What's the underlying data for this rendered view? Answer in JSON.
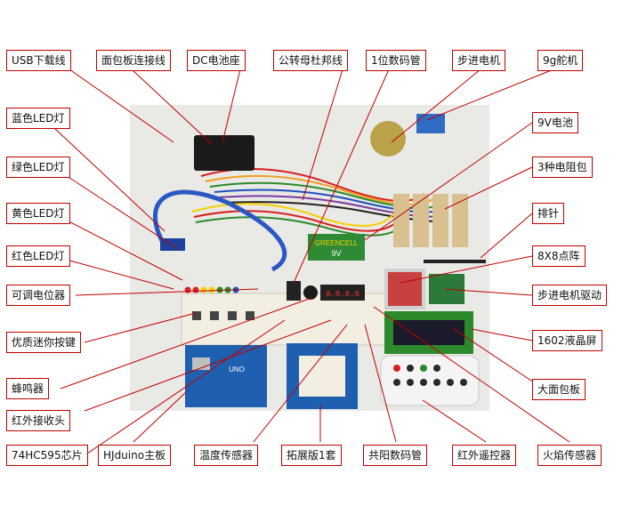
{
  "labels": {
    "usb": "USB下载线",
    "breadboard_wire": "面包板连接线",
    "dc_battery": "DC电池座",
    "dupont": "公转母杜邦线",
    "seg1": "1位数码管",
    "stepper": "步进电机",
    "servo": "9g舵机",
    "blue_led": "蓝色LED灯",
    "battery_9v": "9V电池",
    "green_led": "绿色LED灯",
    "resistor_pack": "3种电阻包",
    "yellow_led": "黄色LED灯",
    "header_pins": "排针",
    "red_led": "红色LED灯",
    "matrix_8x8": "8X8点阵",
    "potentiometer": "可调电位器",
    "stepper_driver": "步进电机驱动",
    "mini_button": "优质迷你按键",
    "lcd1602": "1602液晶屏",
    "buzzer": "蜂鸣器",
    "big_breadboard": "大面包板",
    "ir_receiver": "红外接收头",
    "chip_74hc595": "74HC595芯片",
    "hjduino": "HJduino主板",
    "temp_sensor": "温度传感器",
    "shield": "拓展版1套",
    "common_anode": "共阳数码管",
    "ir_remote": "红外遥控器",
    "flame_sensor": "火焰传感器"
  },
  "photo": {
    "battery_brand": "GREENCELL",
    "battery_voltage": "9V",
    "seg_display": "8.8.8.8",
    "board_text": "UNO"
  },
  "colors": {
    "label_border": "#c00000",
    "leader_line": "#c00000",
    "background": "#ffffff"
  }
}
